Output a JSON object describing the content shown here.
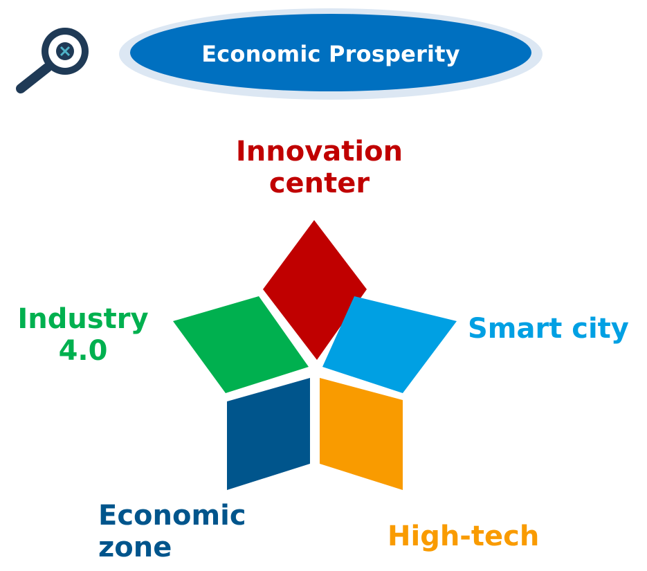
{
  "header": {
    "title": "Economic Prosperity",
    "icon": "magnifier-icon"
  },
  "star": {
    "innovation_center": {
      "label": "Innovation center",
      "color": "#C00000"
    },
    "smart_city": {
      "label": "Smart city",
      "color": "#00A0E3"
    },
    "high_tech": {
      "label": "High-tech",
      "color": "#F99B00"
    },
    "economic_zone": {
      "label": "Economic zone",
      "color": "#00558C"
    },
    "industry_40": {
      "label": "Industry 4.0",
      "color": "#00B04F"
    }
  },
  "colors": {
    "pill": "#0070C0",
    "pill_border": "#DCE7F3",
    "icon": "#1F3A56"
  }
}
